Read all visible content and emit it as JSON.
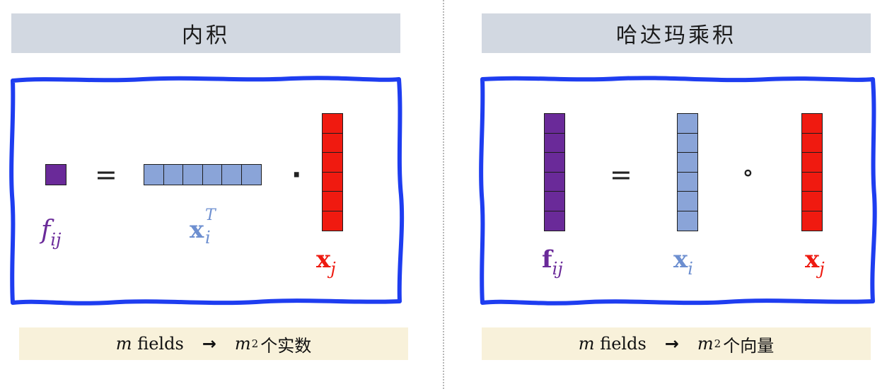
{
  "colors": {
    "purple": "#6a2a99",
    "blue": "#8aa4d8",
    "red": "#f01a10",
    "frame": "#1e3df0",
    "header_bg": "#d2d8e1",
    "footer_bg": "#f8f1da",
    "label_purple": "#6a2a99",
    "label_blue": "#6d8fd0",
    "label_red": "#ee1a10"
  },
  "left": {
    "title": "内积",
    "equals": "=",
    "dot": "·",
    "f_label": {
      "base": "f",
      "sub": "ij"
    },
    "xi_label": {
      "base": "x",
      "sub": "i",
      "sup": "T"
    },
    "xj_label": {
      "base": "x",
      "sub": "j"
    },
    "row_vector_cells": 6,
    "column_vector_cells": 6,
    "footer": {
      "m": "m",
      "fields": "fields",
      "arrow": "→",
      "m2": "m",
      "exp": "2",
      "tail": "个实数"
    }
  },
  "right": {
    "title": "哈达玛乘积",
    "equals": "=",
    "circle": "∘",
    "f_label": {
      "base": "f",
      "sub": "ij"
    },
    "xi_label": {
      "base": "x",
      "sub": "i"
    },
    "xj_label": {
      "base": "x",
      "sub": "j"
    },
    "column_vector_cells": 6,
    "footer": {
      "m": "m",
      "fields": "fields",
      "arrow": "→",
      "m2": "m",
      "exp": "2",
      "tail": "个向量"
    }
  }
}
